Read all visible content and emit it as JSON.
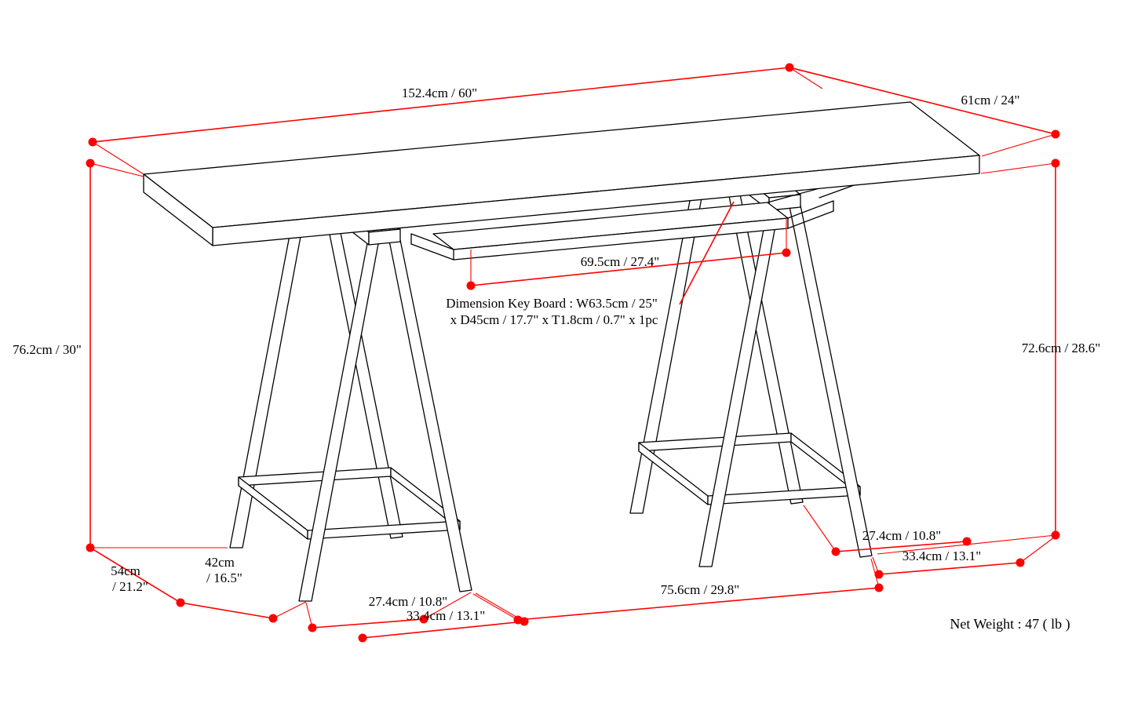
{
  "diagram": {
    "title": "sawhorse-desk-dimension-diagram",
    "dimensions": {
      "top_length": "152.4cm / 60\"",
      "top_depth": "61cm / 24\"",
      "left_height": "76.2cm / 30\"",
      "right_height": "72.6cm / 28.6\"",
      "tray_width": "69.5cm / 27.4\"",
      "keyboard_note_line1": "Dimension Key Board : W63.5cm / 25\"",
      "keyboard_note_line2": "x D45cm / 17.7\" x T1.8cm / 0.7\" x 1pc",
      "left_base_depth_a": "54cm",
      "left_base_depth_b": "/ 21.2\"",
      "left_base_width_a": "42cm",
      "left_base_width_b": "/ 16.5\"",
      "left_foot_inner": "27.4cm / 10.8\"",
      "left_foot_outer": "33.4cm / 13.1\"",
      "trestle_span": "75.6cm / 29.8\"",
      "right_foot_inner": "27.4cm / 10.8\"",
      "right_foot_outer": "33.4cm / 13.1\"",
      "net_weight": "Net Weight : 47 ( lb )"
    },
    "colors": {
      "dimension_lines": "#ff0000",
      "drawing_lines": "#000000",
      "background": "#ffffff",
      "text": "#000000"
    }
  }
}
